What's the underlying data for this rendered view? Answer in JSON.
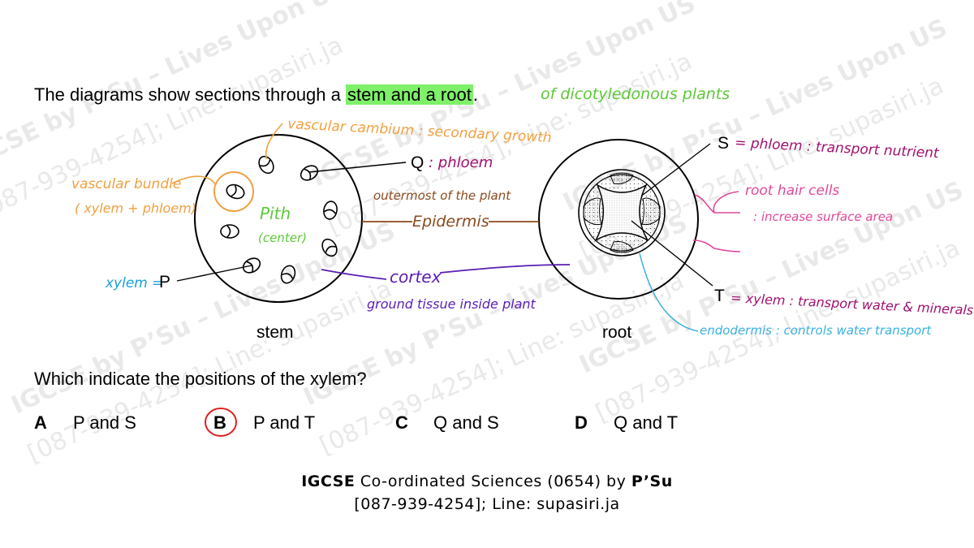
{
  "question": {
    "prefix": "The diagrams show sections through a ",
    "highlight": "stem and a root",
    "suffix": "."
  },
  "diagram": {
    "stem_caption": "stem",
    "root_caption": "root",
    "label_P": "P",
    "label_Q": "Q",
    "label_S": "S",
    "label_T": "T"
  },
  "annotations": {
    "dicot": "of dicotyledonous plants",
    "cambium": "vascular cambium : secondary growth",
    "q_phloem": ": phloem",
    "bundle_line1": "vascular bundle",
    "bundle_line2": "( xylem + phloem)",
    "pith": "Pith",
    "pith_center": "(center)",
    "outermost": "outermost of the plant",
    "epidermis": "Epidermis",
    "cortex": "cortex",
    "ground": "ground tissue inside plant",
    "xylem_p": "xylem =",
    "s_phloem": "= phloem : transport nutrient",
    "roothair_line1": "root hair cells",
    "roothair_line2": ": increase surface area",
    "t_xylem": "= xylem : transport water & minerals",
    "endodermis": "endodermis : controls water transport"
  },
  "prompt": "Which indicate the positions of the xylem?",
  "options": [
    {
      "letter": "A",
      "text": "P and S"
    },
    {
      "letter": "B",
      "text": "P and T"
    },
    {
      "letter": "C",
      "text": "Q and S"
    },
    {
      "letter": "D",
      "text": "Q and T"
    }
  ],
  "footer": {
    "line1_bold1": "IGCSE",
    "line1_mid": " Co-ordinated Sciences (0654) by ",
    "line1_bold2": "P’Su",
    "line2": "[087-939-4254]; Line: supasiri.ja"
  },
  "watermark": {
    "line1": "IGCSE by P’Su – Lives Upon US",
    "line2": "[087-939-4254]; Line: supasiri.ja"
  },
  "colors": {
    "orange": "#f0a040",
    "purple": "#a0106e",
    "brown": "#8a4a1e",
    "green": "#5ec838",
    "blue": "#1aa0d8",
    "violet": "#5a1eb4",
    "pink": "#e0489a",
    "sky": "#3ab0e0",
    "highlight": "#7ef06a",
    "answer_circle": "#e02020"
  }
}
